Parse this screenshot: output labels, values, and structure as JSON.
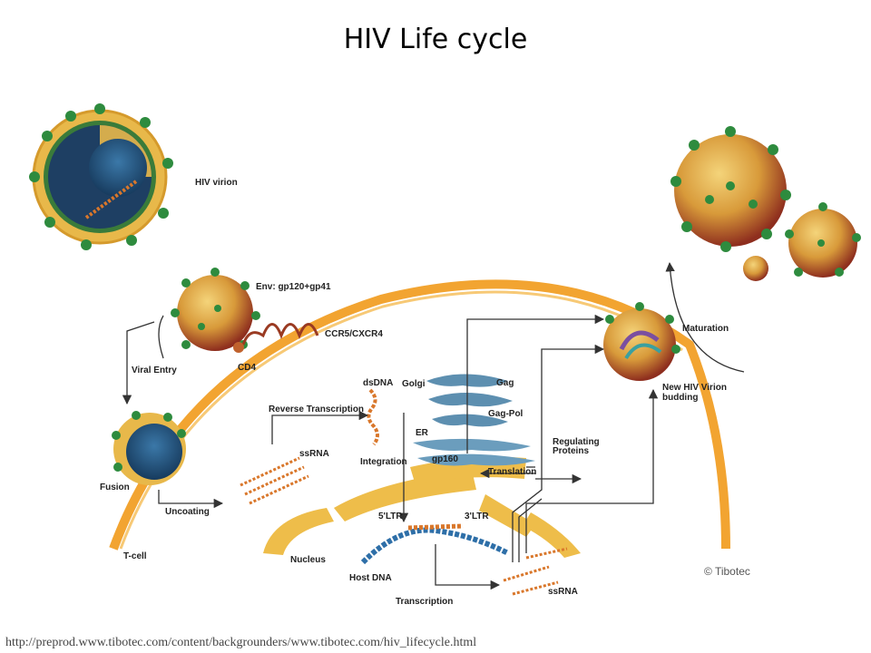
{
  "title": "HIV Life cycle",
  "footer_url": "http://preprod.www.tibotec.com/content/backgrounders/www.tibotec.com/hiv_lifecycle.html",
  "labels": {
    "hiv_virion": "HIV virion",
    "env": "Env: gp120+gp41",
    "ccr5": "CCR5/CXCR4",
    "cd4": "CD4",
    "viral_entry": "Viral Entry",
    "fusion": "Fusion",
    "uncoating": "Uncoating",
    "t_cell": "T-cell",
    "reverse_transcription": "Reverse Transcription",
    "dsdna": "dsDNA",
    "ssrna_top": "ssRNA",
    "integration": "Integration",
    "golgi": "Golgi",
    "er": "ER",
    "gp160": "gp160",
    "gag": "Gag",
    "gag_pol": "Gag-Pol",
    "regulating_proteins_1": "Regulating",
    "regulating_proteins_2": "Proteins",
    "translation": "Translation",
    "maturation": "Maturation",
    "new_virion_1": "New HIV Virion",
    "new_virion_2": "budding",
    "ltr5": "5'LTR",
    "ltr3": "3'LTR",
    "nucleus": "Nucleus",
    "host_dna": "Host DNA",
    "transcription": "Transcription",
    "ssrna_bottom": "ssRNA",
    "copyright": "© Tibotec"
  },
  "colors": {
    "membrane": "#f2a431",
    "nucleus": "#eebd4a",
    "virion_outer": "#e8b84a",
    "virion_inner": "#a8452a",
    "spike": "#2e8b3e",
    "golgi": "#5d8fb0",
    "dna_blue": "#2e6fa8",
    "rna_orange": "#d9772b"
  }
}
